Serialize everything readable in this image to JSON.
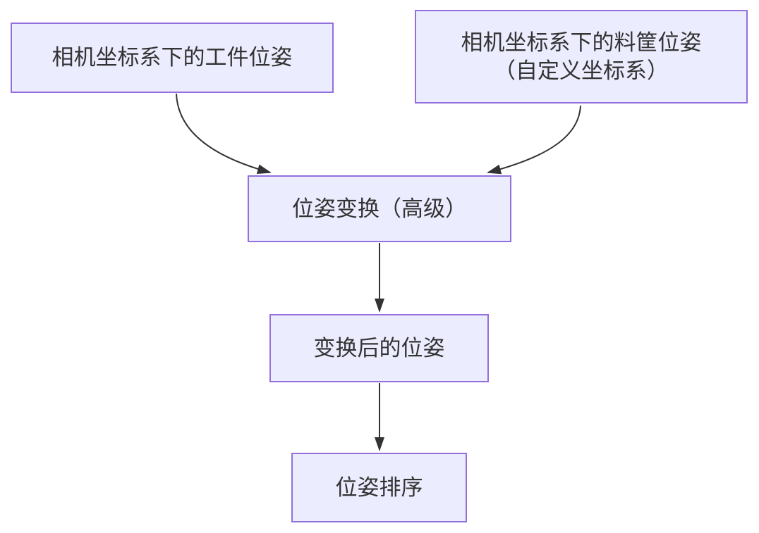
{
  "diagram": {
    "type": "flowchart",
    "direction": "top-down",
    "colors": {
      "node_fill": "#ECECFF",
      "node_border": "#9370DB",
      "edge_stroke": "#333333",
      "label_text": "#333333",
      "background": "#FFFFFF"
    },
    "nodes": [
      {
        "id": "A",
        "label": "相机坐标系下的工件位姿",
        "lines": [
          "相机坐标系下的工件位姿"
        ]
      },
      {
        "id": "B",
        "label": "相机坐标系下的料筐位姿（自定义坐标系）",
        "lines": [
          "相机坐标系下的料筐位姿",
          "（自定义坐标系）"
        ]
      },
      {
        "id": "C",
        "label": "位姿变换（高级）",
        "lines": [
          "位姿变换（高级）"
        ]
      },
      {
        "id": "D",
        "label": "变换后的位姿",
        "lines": [
          "变换后的位姿"
        ]
      },
      {
        "id": "E",
        "label": "位姿排序",
        "lines": [
          "位姿排序"
        ]
      }
    ],
    "edges": [
      {
        "from": "相机坐标系下的工件位姿",
        "to": "位姿变换（高级）",
        "style": "curved",
        "arrowhead": "triangle"
      },
      {
        "from": "相机坐标系下的料筐位姿（自定义坐标系）",
        "to": "位姿变换（高级）",
        "style": "curved",
        "arrowhead": "triangle"
      },
      {
        "from": "位姿变换（高级）",
        "to": "变换后的位姿",
        "style": "straight",
        "arrowhead": "triangle"
      },
      {
        "from": "变换后的位姿",
        "to": "位姿排序",
        "style": "straight",
        "arrowhead": "triangle"
      }
    ]
  }
}
